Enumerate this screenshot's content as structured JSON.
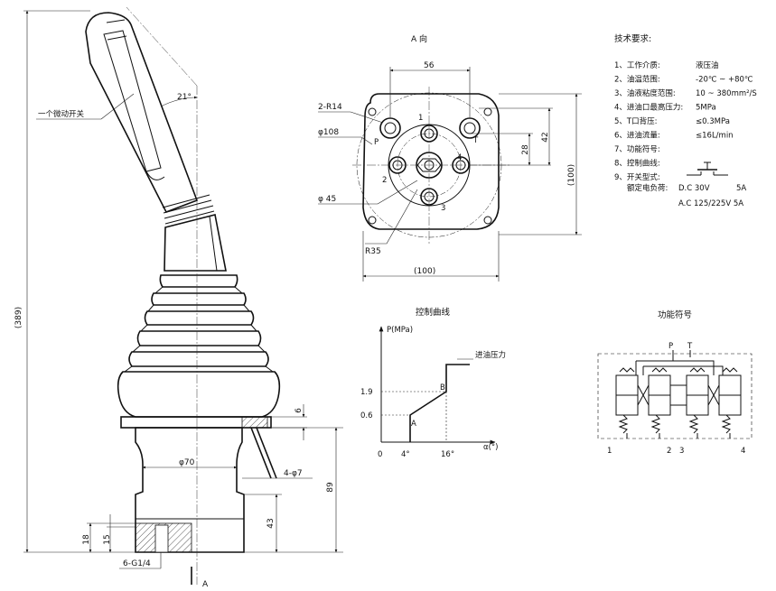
{
  "side_view": {
    "height_389": "(389)",
    "dim_89": "89",
    "dim_43": "43",
    "dim_18": "18",
    "dim_15": "15",
    "dim_6": "6",
    "phi70": "φ70",
    "holes_4_phi7": "4-φ7",
    "ports_6_g14": "6-G1/4",
    "angle_21": "21°",
    "micro_switch": "一个微动开关",
    "section_a": "A"
  },
  "a_view": {
    "title": "A 向",
    "dim_56": "56",
    "dim_2_r14": "2-R14",
    "dim_phi108": "φ108",
    "dim_phi45": "φ 45",
    "dim_28": "28",
    "dim_42": "42",
    "dim_100_v": "(100)",
    "dim_100_h": "(100)",
    "dim_r35": "R35",
    "port_1": "1",
    "port_2": "2",
    "port_3": "3",
    "port_4": "4",
    "port_p": "P",
    "port_t": "T"
  },
  "tech": {
    "title": "技术要求:",
    "items": [
      {
        "n": "1、工作介质:",
        "v": "液压油"
      },
      {
        "n": "2、油温范围:",
        "v": "-20℃ ~ +80℃"
      },
      {
        "n": "3、油液粘度范围:",
        "v": "10 ~ 380mm²/S"
      },
      {
        "n": "4、进油口最高压力:",
        "v": "5MPa"
      },
      {
        "n": "5、T口背压:",
        "v": "≤0.3MPa"
      },
      {
        "n": "6、进油流量:",
        "v": "≤16L/min"
      },
      {
        "n": "7、功能符号:",
        "v": ""
      },
      {
        "n": "8、控制曲线:",
        "v": ""
      },
      {
        "n": "9、开关型式:",
        "v": ""
      }
    ],
    "rated_load": "额定电负荷:",
    "dc": "D.C 30V",
    "dc_a": "5A",
    "ac": "A.C 125/225V 5A"
  },
  "control_curve": {
    "title": "控制曲线",
    "y_label": "P(MPa)",
    "x_label": "α(°)",
    "curve_label": "进油压力",
    "y_ticks": [
      "1.9",
      "0.6"
    ],
    "x_ticks": [
      "0",
      "4°",
      "16°"
    ],
    "point_a": "A",
    "point_b": "B"
  },
  "function_symbol": {
    "title": "功能符号",
    "p": "P",
    "t": "T",
    "ports": [
      "1",
      "2",
      "3",
      "4"
    ]
  }
}
